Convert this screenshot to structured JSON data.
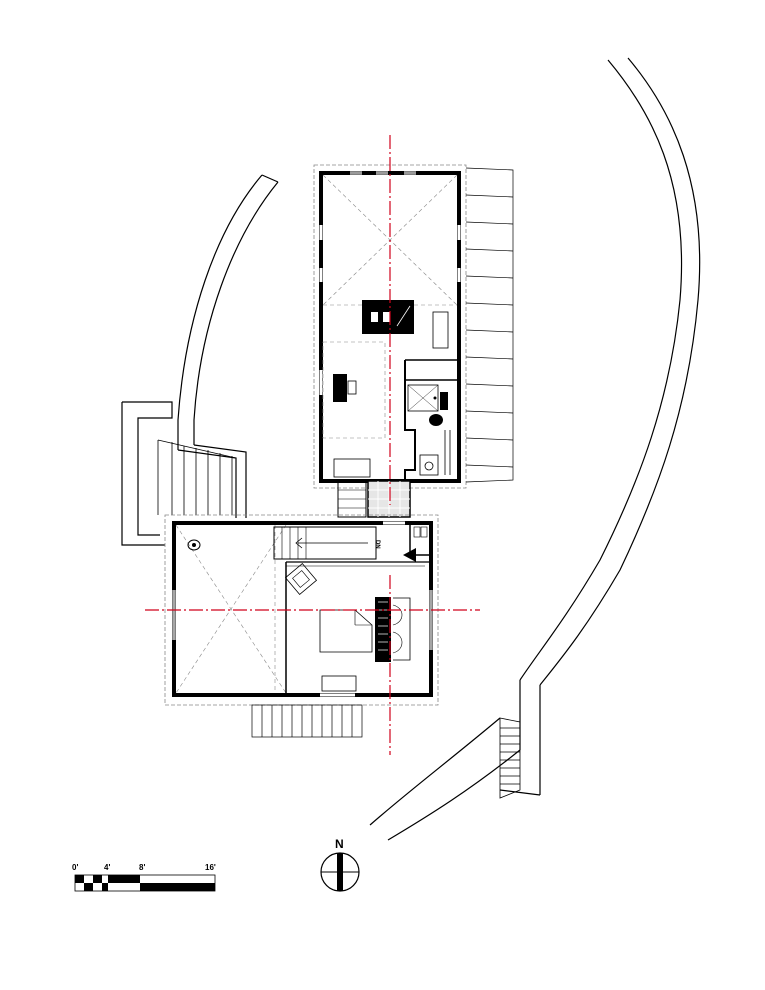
{
  "plan": {
    "stair_label": "DN",
    "colors": {
      "ink": "#000000",
      "axis": "#d0021b",
      "dash": "#888888"
    }
  },
  "scale_bar": {
    "ticks": [
      "0'",
      "4'",
      "8'",
      "16'"
    ]
  },
  "north_arrow": {
    "label": "N"
  }
}
